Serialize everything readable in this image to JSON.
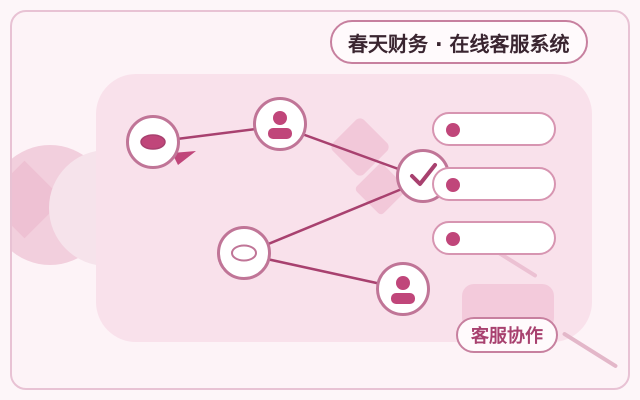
{
  "header": {
    "title": "春天财务 · 在线客服系统"
  },
  "actions": {
    "collab_label": "客服协作"
  },
  "nodes": [
    {
      "name": "chat-bubble-node",
      "icon": "chat-bubble-icon"
    },
    {
      "name": "agent-node-top",
      "icon": "user-icon"
    },
    {
      "name": "check-node",
      "icon": "checkmark-icon"
    },
    {
      "name": "chat-bubble-node-outline",
      "icon": "chat-bubble-outline-icon"
    },
    {
      "name": "agent-node-bottom",
      "icon": "user-icon"
    }
  ],
  "list_items": [
    {
      "name": "list-item-1"
    },
    {
      "name": "list-item-2"
    },
    {
      "name": "list-item-3"
    }
  ],
  "colors": {
    "accent": "#c0467a",
    "border": "#c07597",
    "panel": "#f9e1eb",
    "background": "#fdf3f7"
  }
}
